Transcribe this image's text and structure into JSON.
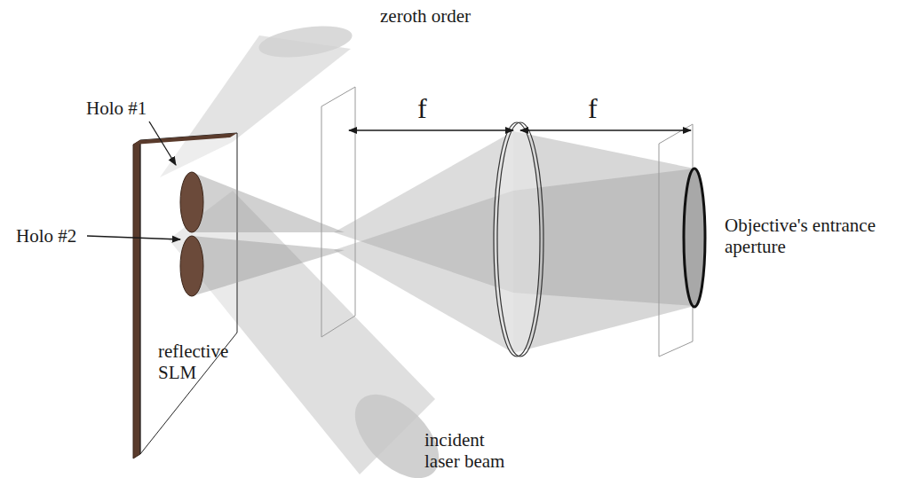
{
  "diagram": {
    "labels": [
      "zeroth order",
      "f",
      "f",
      "Holo #1",
      "Objective's entrance aperture",
      "Holo #2",
      "reflective SLM",
      "incident laser beam"
    ]
  }
}
